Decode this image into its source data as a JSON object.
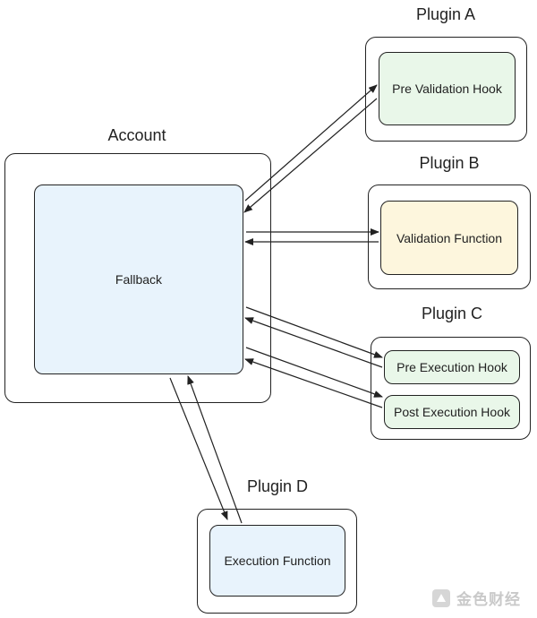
{
  "account": {
    "title": "Account",
    "inner_label": "Fallback",
    "inner_color": "#e8f3fc"
  },
  "plugin_a": {
    "title": "Plugin A",
    "inner_label": "Pre Validation Hook",
    "inner_color": "#e9f7e9"
  },
  "plugin_b": {
    "title": "Plugin B",
    "inner_label": "Validation Function",
    "inner_color": "#fdf6dd"
  },
  "plugin_c": {
    "title": "Plugin C",
    "hook1_label": "Pre Execution Hook",
    "hook2_label": "Post Execution Hook",
    "inner_color": "#e9f7e9"
  },
  "plugin_d": {
    "title": "Plugin D",
    "inner_label": "Execution Function",
    "inner_color": "#e8f3fc"
  },
  "watermark": {
    "text": "金色财经"
  }
}
